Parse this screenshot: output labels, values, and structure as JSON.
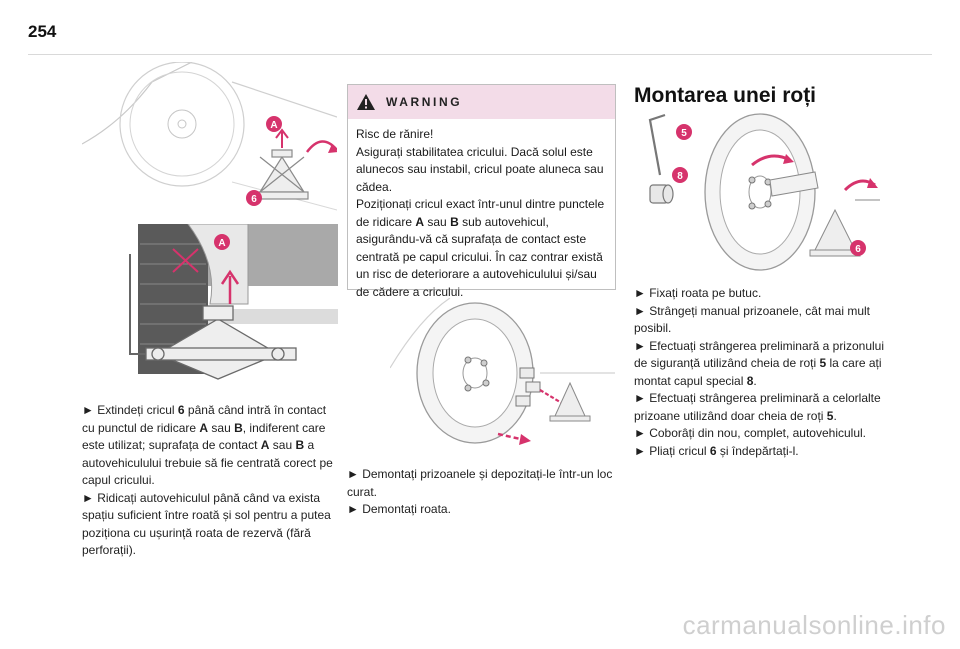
{
  "page_number": "254",
  "left": {
    "callouts": {
      "a1": "A",
      "b1": "6",
      "a2": "A"
    },
    "p1_pre": "► Extindeți cricul ",
    "p1_b1": "6",
    "p1_mid1": " până când intră în contact cu punctul de ridicare ",
    "p1_b2": "A",
    "p1_mid2": " sau ",
    "p1_b3": "B",
    "p1_mid3": ", indiferent care este utilizat; suprafața de contact ",
    "p1_b4": "A",
    "p1_mid4": " sau ",
    "p1_b5": "B",
    "p1_post": " a autovehiculului trebuie să fie centrată corect pe capul cricului.",
    "p2": "► Ridicați autovehiculul până când va exista spațiu suficient între roată și sol pentru a putea poziționa cu ușurință roata de rezervă (fără perforații)."
  },
  "warning": {
    "title": "WARNING",
    "l1": "Risc de rănire!",
    "l2": "Asigurați stabilitatea cricului. Dacă solul este alunecos sau instabil, cricul poate aluneca sau cădea.",
    "l3_pre": "Poziționați cricul exact într-unul dintre punctele de ridicare ",
    "l3_b1": "A",
    "l3_mid": " sau ",
    "l3_b2": "B",
    "l3_post": " sub autovehicul, asigurându-vă că suprafața de contact este centrată pe capul cricului. În caz contrar există un risc de deteriorare a autovehiculului și/sau de cădere a cricului."
  },
  "middle": {
    "p1": "► Demontați prizoanele și depozitați-le într-un loc curat.",
    "p2": "► Demontați roata."
  },
  "right": {
    "title": "Montarea unei roți",
    "callouts": {
      "c5": "5",
      "c8": "8",
      "c6": "6"
    },
    "l1": "► Fixați roata pe butuc.",
    "l2": "► Strângeți manual prizoanele, cât mai mult posibil.",
    "l3_pre": "► Efectuați strângerea preliminară a prizonului de siguranță utilizând cheia de roți ",
    "l3_b1": "5",
    "l3_mid": " la care ați montat capul special ",
    "l3_b2": "8",
    "l3_post": ".",
    "l4_pre": "► Efectuați strângerea preliminară a celorlalte prizoane utilizând doar cheia de roți ",
    "l4_b1": "5",
    "l4_post": ".",
    "l5": "► Coborâți din nou, complet, autovehiculul.",
    "l6_pre": "► Pliați cricul ",
    "l6_b1": "6",
    "l6_post": " și îndepărtați-l."
  },
  "watermark": "carmanualsonline.info",
  "colors": {
    "callout": "#d6336c",
    "warning_head_bg": "#f3dce8",
    "jack_fill": "#ededed"
  }
}
